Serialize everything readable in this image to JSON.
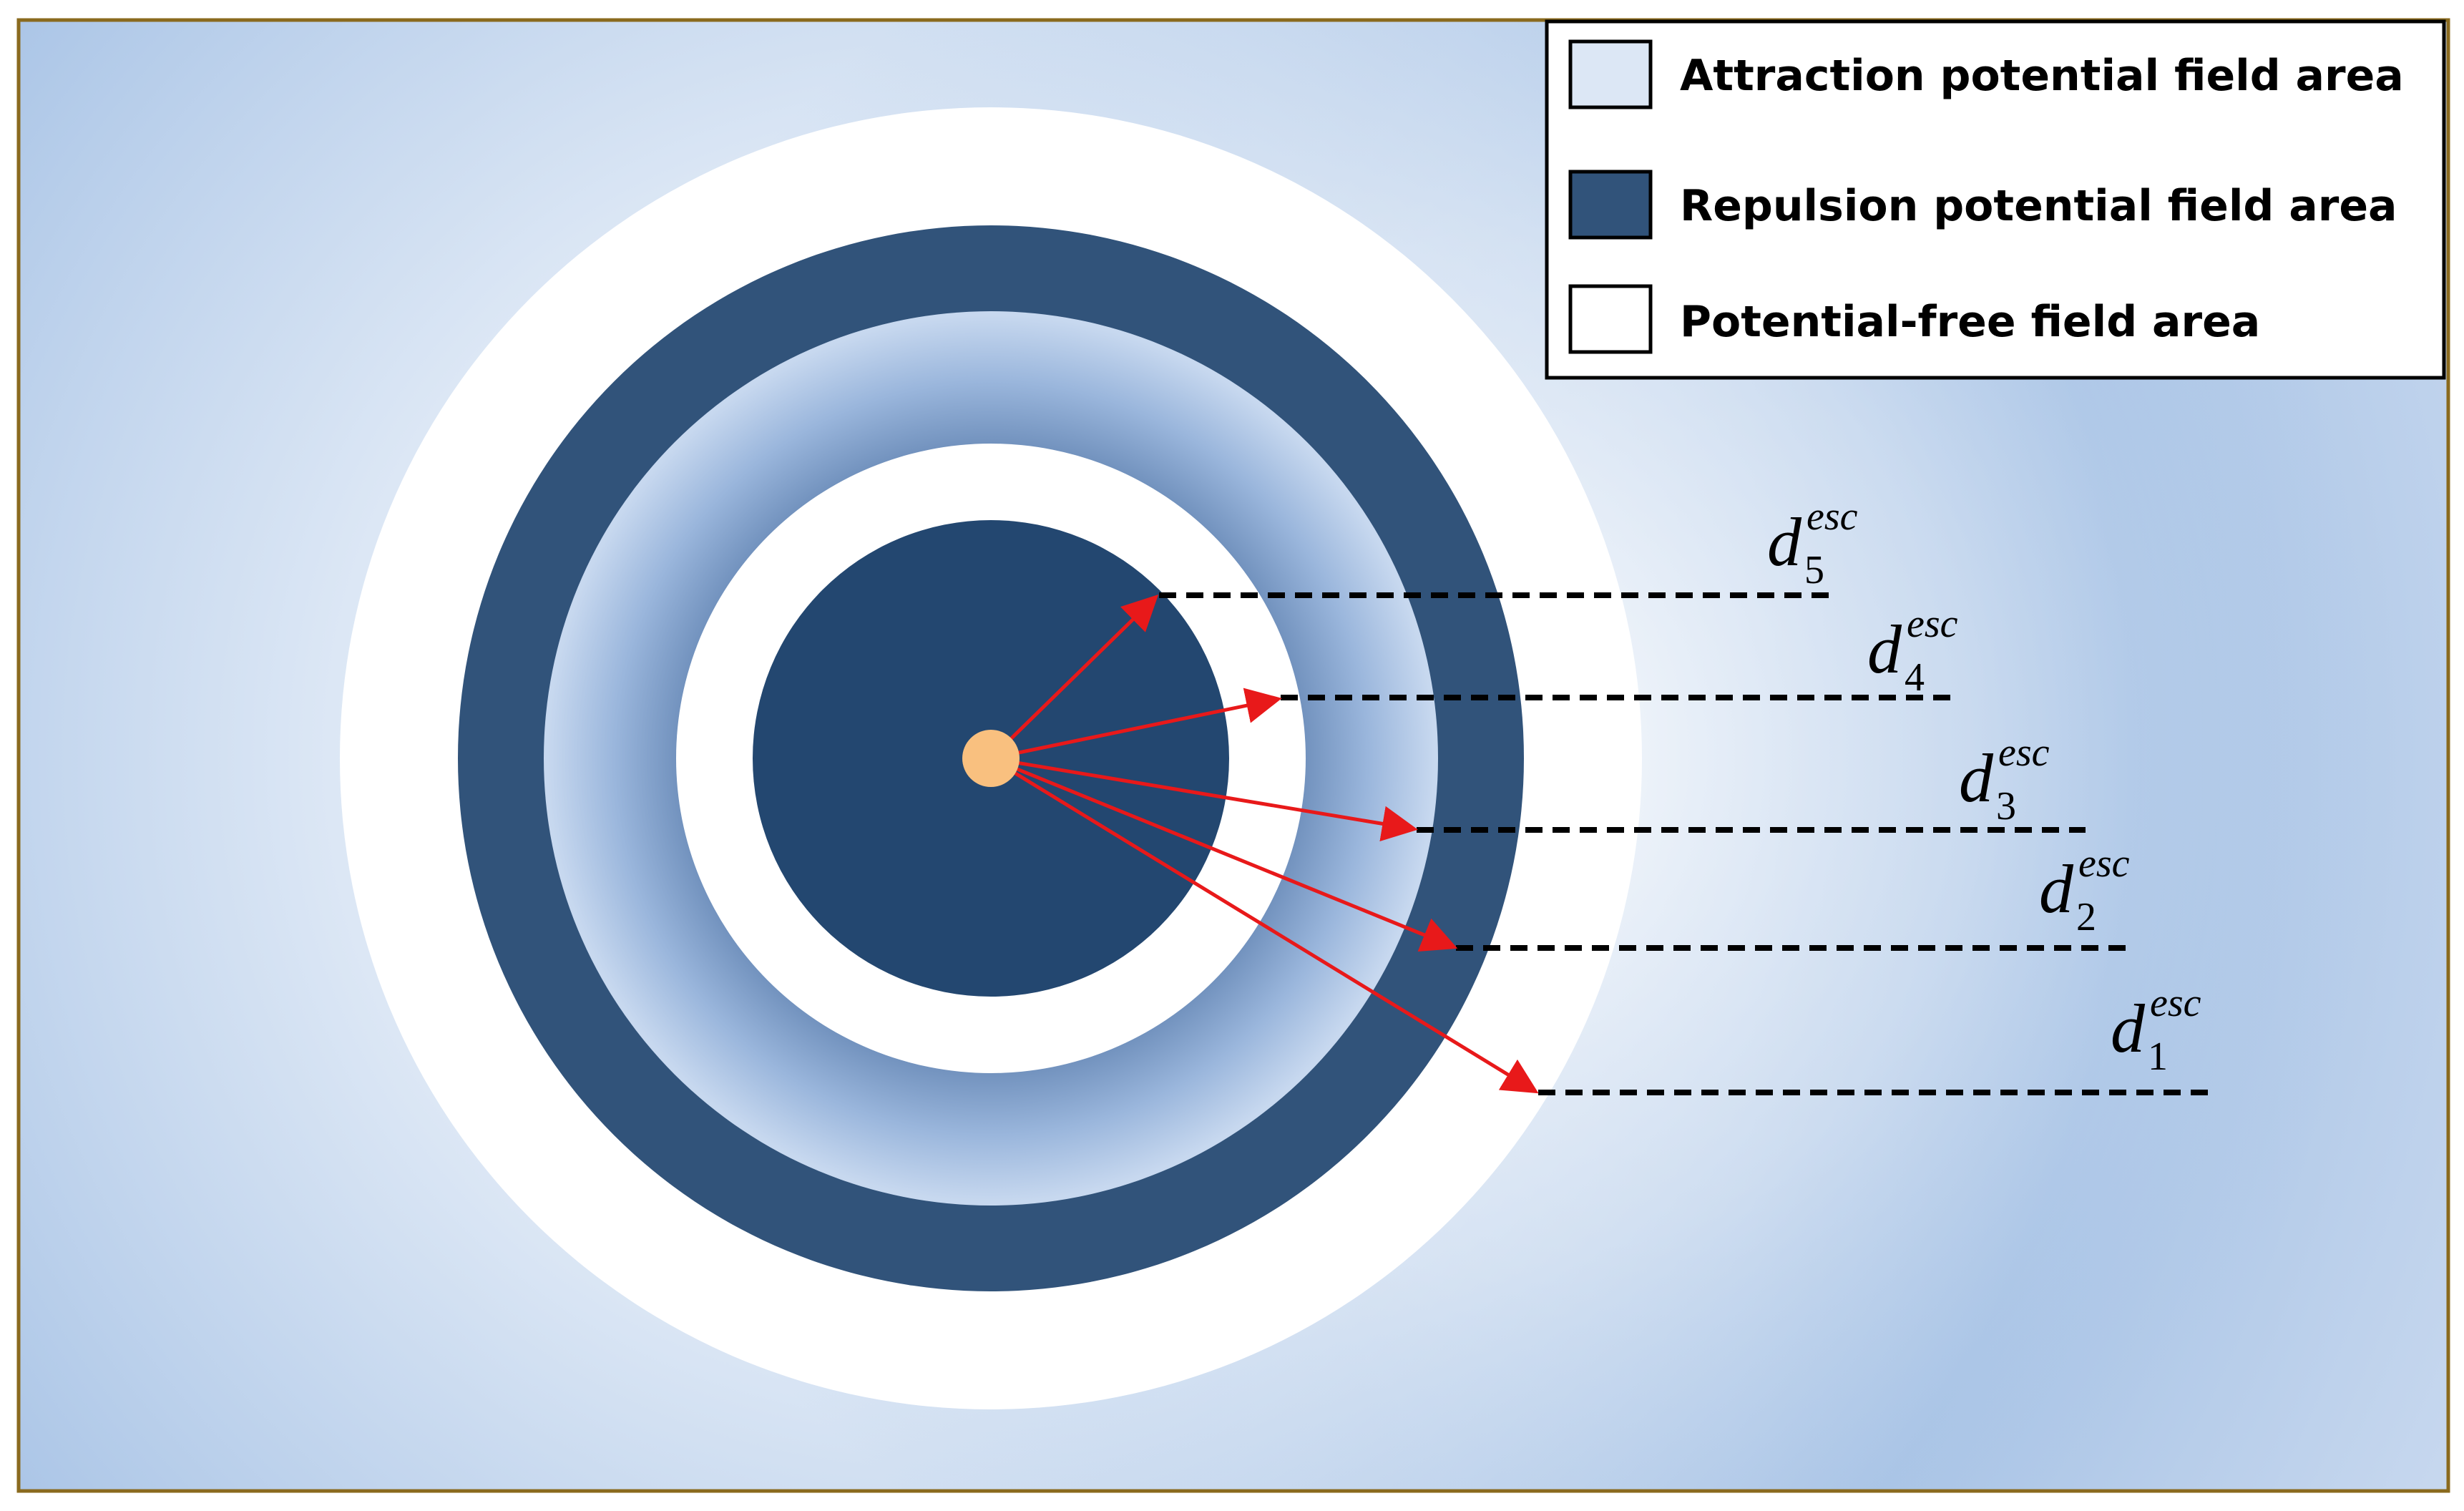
{
  "colors": {
    "frame_border": "#8a6a1e",
    "attraction_light": "#dce7f5",
    "attraction_mid": "#a9c4e6",
    "repulsion_dark": "#31537a",
    "core_dark": "#234770",
    "potential_free": "#ffffff",
    "robot_dot": "#f9c07f",
    "vector_arrow": "#e8191a",
    "dashed_line": "#000000"
  },
  "legend": {
    "items": [
      {
        "label": "Attraction potential field area",
        "swatch": "attraction"
      },
      {
        "label": "Repulsion potential field area",
        "swatch": "repulsion"
      },
      {
        "label": "Potential-free field area",
        "swatch": "potential-free"
      }
    ]
  },
  "distance_labels": [
    {
      "symbol": "d",
      "subscript": "5",
      "superscript": "esc"
    },
    {
      "symbol": "d",
      "subscript": "4",
      "superscript": "esc"
    },
    {
      "symbol": "d",
      "subscript": "3",
      "superscript": "esc"
    },
    {
      "symbol": "d",
      "subscript": "2",
      "superscript": "esc"
    },
    {
      "symbol": "d",
      "subscript": "1",
      "superscript": "esc"
    }
  ]
}
